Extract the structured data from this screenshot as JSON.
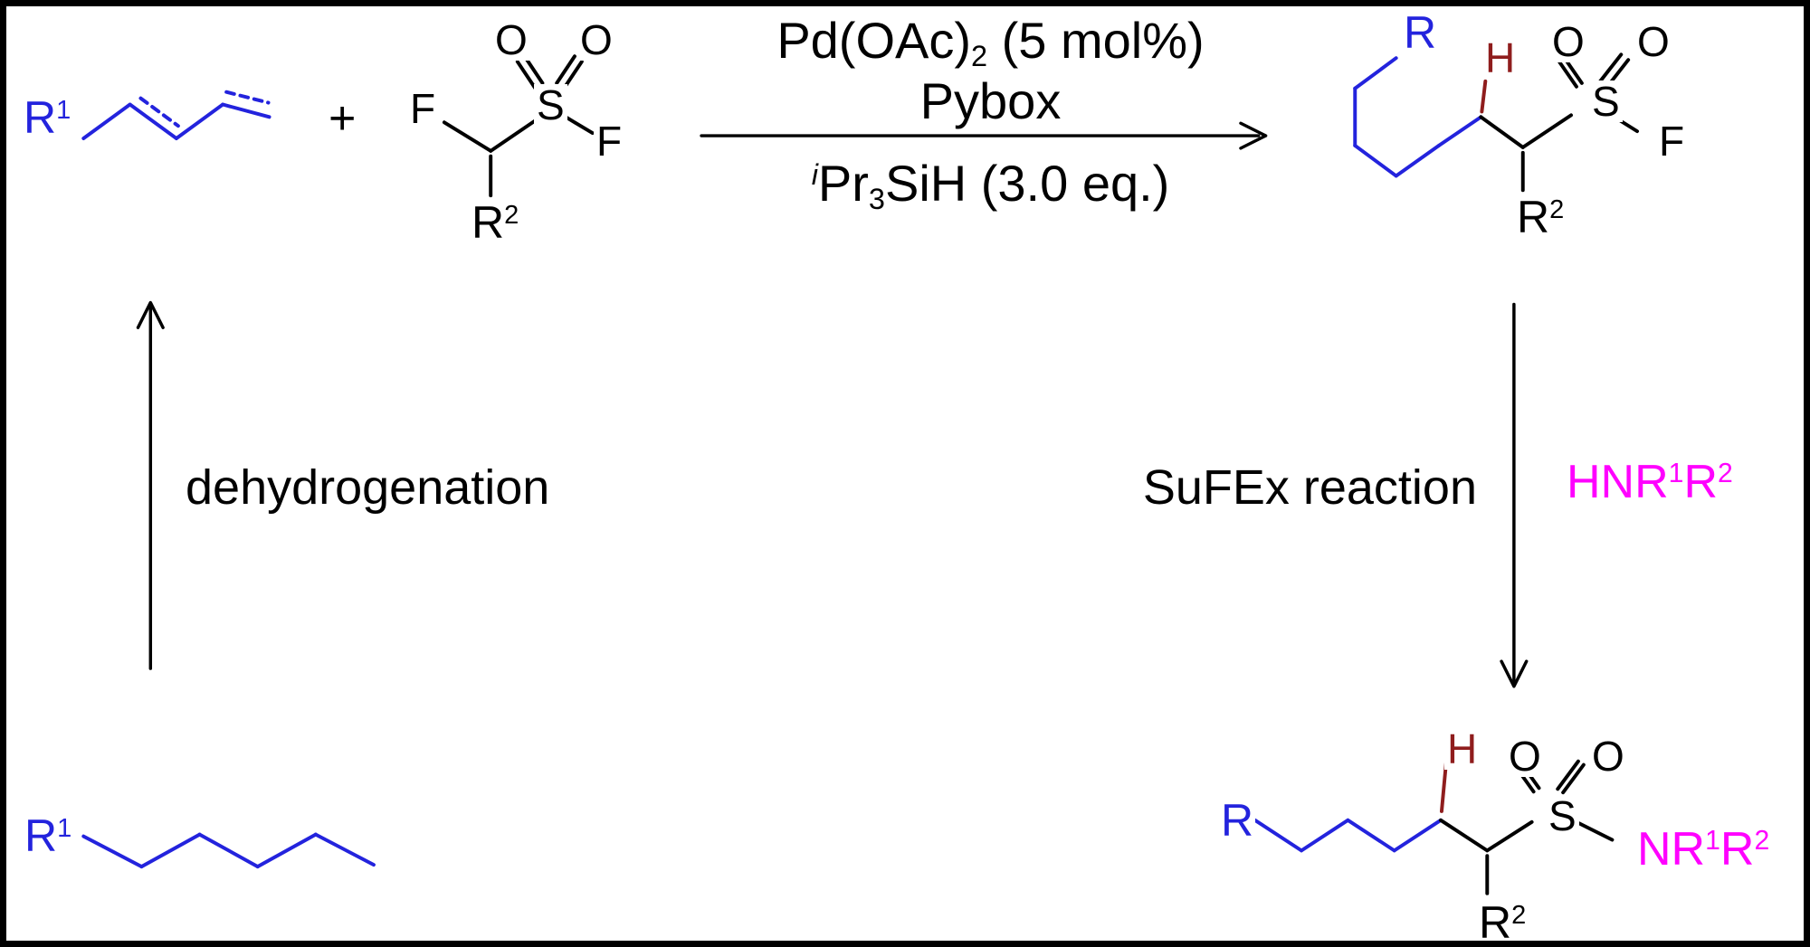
{
  "colors": {
    "blue": "#2323dd",
    "dark_red": "#8f1d1d",
    "magenta": "#ff00ff",
    "ink": "#000000"
  },
  "reactants": {
    "diene_r": {
      "base": "R",
      "sup": "1"
    },
    "plus": "+",
    "sulfonyl_fluoride": {
      "f_left": "F",
      "o_left": "O",
      "o_right": "O",
      "s": "S",
      "f_right": "F",
      "r2": {
        "base": "R",
        "sup": "2"
      }
    }
  },
  "conditions": {
    "catalyst": {
      "pre": "Pd(OAc)",
      "sub": "2",
      "post": " (5 mol%)"
    },
    "ligand": "Pybox",
    "silane": {
      "sup_i": "i",
      "base": "Pr",
      "sub": "3",
      "post": "SiH (3.0 eq.)"
    }
  },
  "product_top": {
    "r": "R",
    "h": "H",
    "o_left": "O",
    "o_right": "O",
    "s": "S",
    "f": "F",
    "r2": {
      "base": "R",
      "sup": "2"
    }
  },
  "labels": {
    "dehydrogenation": "dehydrogenation",
    "sufex": "SuFEx reaction"
  },
  "amine": {
    "pre": "HNR",
    "sup1": "1",
    "mid": "R",
    "sup2": "2"
  },
  "product_bottom": {
    "h": "H",
    "o_left": "O",
    "o_right": "O",
    "s": "S",
    "amide": {
      "pre": "NR",
      "sup1": "1",
      "mid": "R",
      "sup2": "2"
    },
    "r2": {
      "base": "R",
      "sup": "2"
    },
    "r": "R"
  },
  "alkane_r": {
    "base": "R",
    "sup": "1"
  }
}
